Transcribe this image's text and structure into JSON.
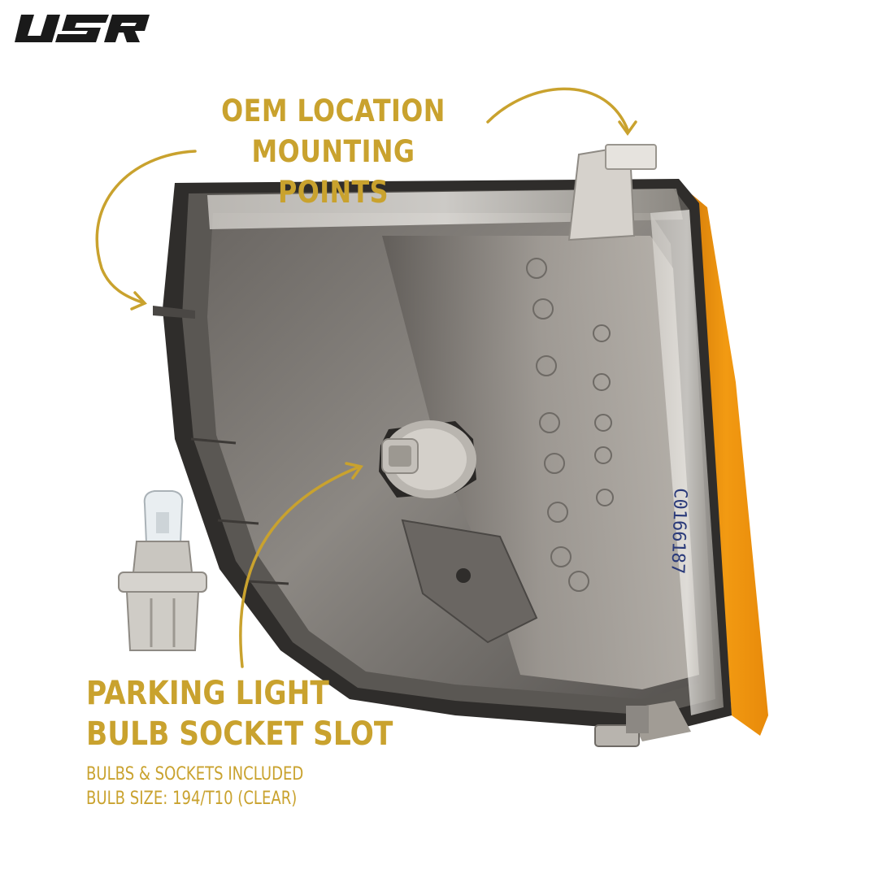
{
  "brand": {
    "logo_text": "USR",
    "logo_color": "#1a1a1a"
  },
  "accent_color": "#c9a22e",
  "callout_top": {
    "line1": "OEM LOCATION",
    "line2": "MOUNTING POINTS"
  },
  "callout_bottom": {
    "line1": "PARKING LIGHT",
    "line2": "BULB SOCKET SLOT",
    "detail1": "BULBS & SOCKETS INCLUDED",
    "detail2": "BULB SIZE: 194/T10 (CLEAR)"
  },
  "housing_stamp": "C0166187",
  "lens_color": "#f29a12"
}
